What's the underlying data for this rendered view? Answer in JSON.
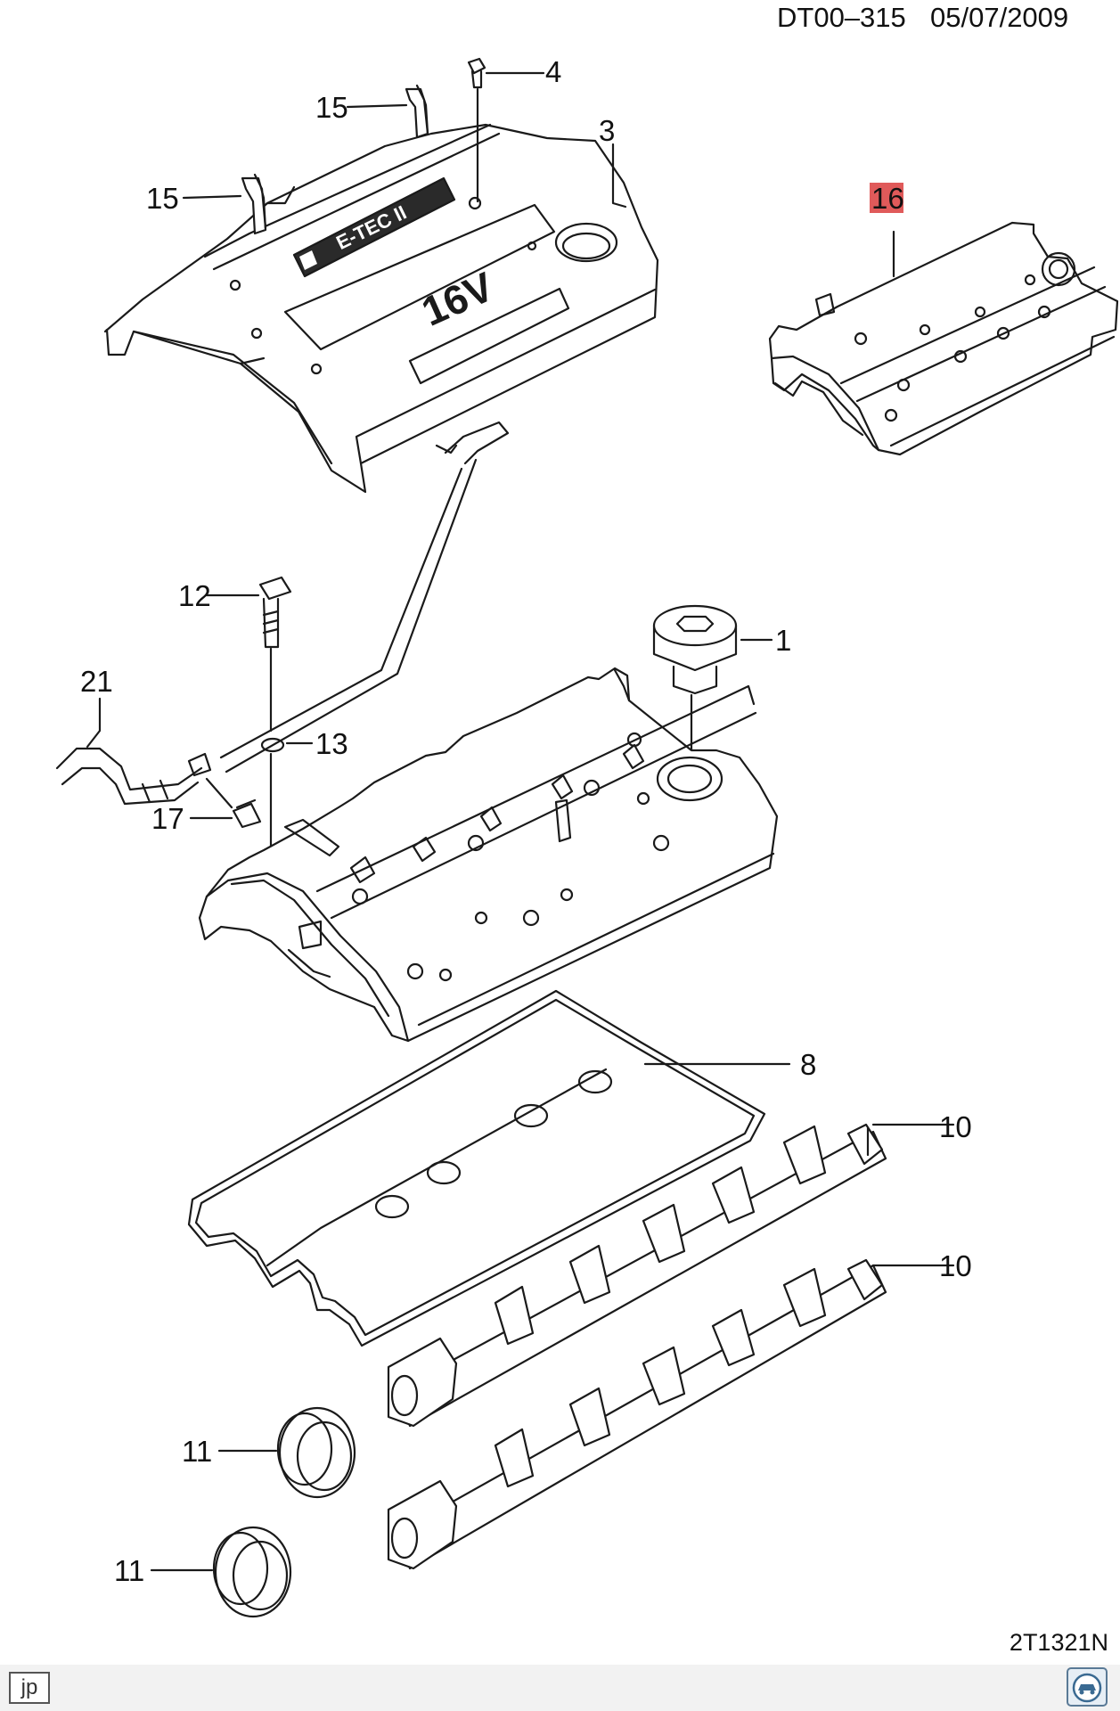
{
  "header": {
    "doc_code": "DT00–315",
    "date": "05/07/2009"
  },
  "figure_code": "2T1321N",
  "footer": {
    "lang_button": "jp",
    "corner_icon": "car-service-icon"
  },
  "emblem": {
    "logo_text": "E-TEC II",
    "engine_text": "16V"
  },
  "highlight_color": "#e05a5a",
  "callouts": [
    {
      "id": "cap",
      "text": "1"
    },
    {
      "id": "cover",
      "text": "3"
    },
    {
      "id": "bolt4",
      "text": "4"
    },
    {
      "id": "clipA",
      "text": "15"
    },
    {
      "id": "clipB",
      "text": "15"
    },
    {
      "id": "assy",
      "text": "16"
    },
    {
      "id": "bolt12",
      "text": "12"
    },
    {
      "id": "washer",
      "text": "13"
    },
    {
      "id": "hose",
      "text": "21"
    },
    {
      "id": "valve",
      "text": "17"
    },
    {
      "id": "gasket",
      "text": "8"
    },
    {
      "id": "camA",
      "text": "10"
    },
    {
      "id": "camB",
      "text": "10"
    },
    {
      "id": "sealA",
      "text": "11"
    },
    {
      "id": "sealB",
      "text": "11"
    }
  ]
}
